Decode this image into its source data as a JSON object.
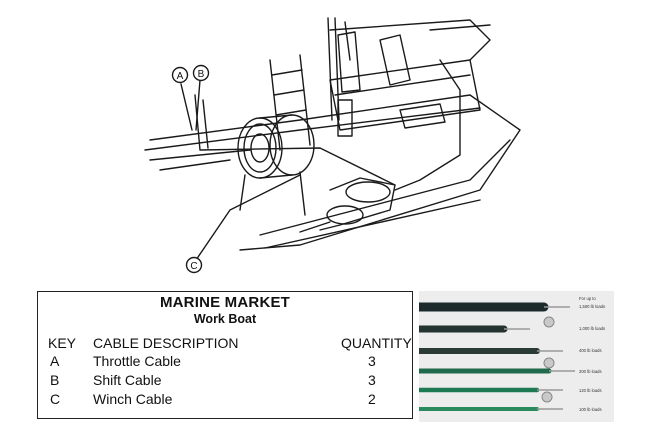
{
  "diagram": {
    "callouts": [
      {
        "key": "A",
        "label": "A"
      },
      {
        "key": "B",
        "label": "B"
      },
      {
        "key": "C",
        "label": "C"
      }
    ]
  },
  "table": {
    "title": "MARINE MARKET",
    "subtitle": "Work Boat",
    "columns": {
      "key": "KEY",
      "description": "CABLE DESCRIPTION",
      "quantity": "QUANTITY"
    },
    "rows": [
      {
        "key": "A",
        "description": "Throttle Cable",
        "quantity": "3"
      },
      {
        "key": "B",
        "description": "Shift Cable",
        "quantity": "3"
      },
      {
        "key": "C",
        "description": "Winch Cable",
        "quantity": "2"
      }
    ]
  },
  "photo": {
    "header": "For up to",
    "load_labels": [
      "1,500 lb loads",
      "1,000 lb loads",
      "400 lb loads",
      "200 lb loads",
      "120 lb loads",
      "100 lb loads"
    ],
    "cable_colors": [
      "#1c2a2c",
      "#23332f",
      "#2a3b36",
      "#1f6a4c",
      "#1d7a52",
      "#2a8a5e"
    ]
  }
}
